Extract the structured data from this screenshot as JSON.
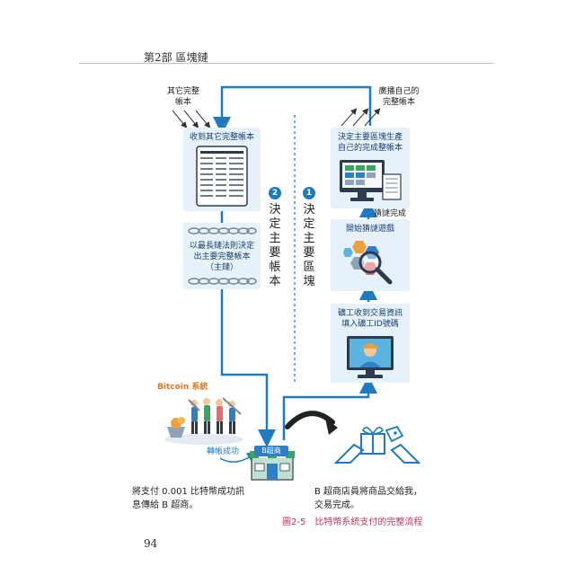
{
  "header": {
    "chapter": "第2部 區塊鏈"
  },
  "labels": {
    "other_ledger": [
      "其它完整",
      "帳本"
    ],
    "broadcast": [
      "廣播自己的",
      "完整帳本"
    ],
    "guess_done": "猜謎完成",
    "transfer_success": "轉帳成功",
    "bitcoin_system": "Bitcoin 系統",
    "shop_sign": "B超商"
  },
  "cards": {
    "receive": [
      "收到其它完整帳本"
    ],
    "longest": [
      "以最長鏈法則決定",
      "出主要完整帳本",
      "（主鏈）"
    ],
    "decide_block": [
      "決定主要區塊生產",
      "自己的完成整帳本"
    ],
    "guess_game": [
      "開始猜謎遊戲"
    ],
    "miner": [
      "礦工收到交易資訊",
      "填入礦工ID號碼"
    ]
  },
  "steps": {
    "step2": {
      "num": "2",
      "text": [
        "決",
        "定",
        "主",
        "要",
        "帳",
        "本"
      ]
    },
    "step1": {
      "num": "1",
      "text": [
        "決",
        "定",
        "主",
        "要",
        "區",
        "塊"
      ]
    }
  },
  "bottom": {
    "left_text": [
      "將支付 0.001 比特幣成功訊",
      "息傳給 B 超商。"
    ],
    "right_text": [
      "B 超商店員將商品交給我，",
      "交易完成。"
    ]
  },
  "caption": "圖2-5　比特幣系統支付的完整流程",
  "page_number": "94",
  "colors": {
    "flow": "#1e7bc2",
    "card": "#e6f1fa",
    "caption": "#c0395e"
  }
}
